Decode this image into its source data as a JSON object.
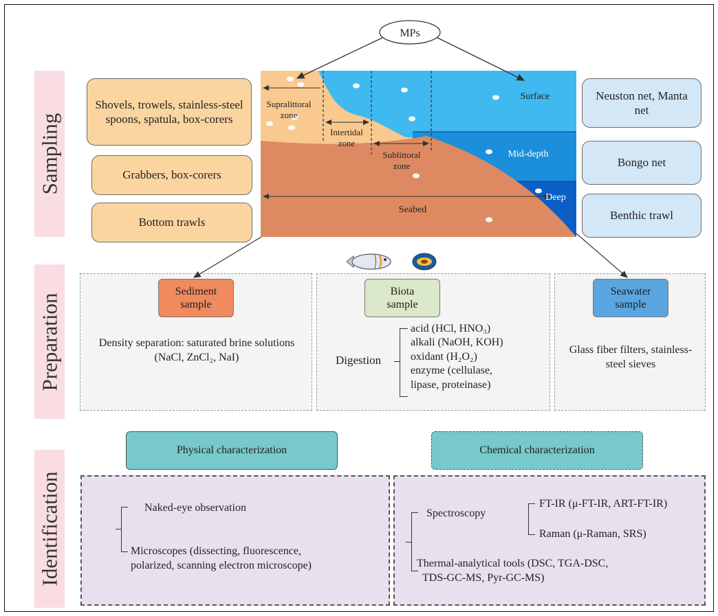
{
  "mps_label": "MPs",
  "sections": {
    "sampling": "Sampling",
    "preparation": "Preparation",
    "identification": "Identification"
  },
  "sampling": {
    "left_tools": [
      "Shovels, trowels, stainless-steel spoons, spatula, box-corers",
      "Grabbers, box-corers",
      "Bottom trawls"
    ],
    "right_tools": [
      "Neuston net, Manta net",
      "Bongo net",
      "Benthic trawl"
    ],
    "zones": {
      "supralittoral_line1": "Supralittoral",
      "supralittoral_line2": "zone",
      "intertidal_line1": "Intertidal",
      "intertidal_line2": "zone",
      "sublittoral_line1": "Sublittoral",
      "sublittoral_line2": "zone",
      "surface": "Surface",
      "middepth": "Mid-depth",
      "deep": "Deep",
      "seabed": "Seabed"
    },
    "colors": {
      "sand": "#f9c98f",
      "seabed": "#dd8a62",
      "surface_water": "#40b8f0",
      "middepth_water": "#1b8fdc",
      "deep_water": "#0b5fc4"
    }
  },
  "preparation": {
    "sediment_title": "Sediment sample",
    "sediment_text": "Density separation: saturated brine solutions (NaCl, ZnCl₂, NaI)",
    "biota_title": "Biota sample",
    "digestion_label": "Digestion",
    "digestion_items": [
      "acid (HCl, HNO₃)",
      "alkali (NaOH, KOH)",
      "oxidant (H₂O₂)",
      "enzyme (cellulase,",
      "lipase, proteinase)"
    ],
    "seawater_title": "Seawater sample",
    "seawater_text": "Glass fiber filters, stainless-steel sieves",
    "colors": {
      "sediment": "#f08a5f",
      "biota": "#dbe8c9",
      "seawater": "#5aa6e0"
    }
  },
  "identification": {
    "physical_title": "Physical characterization",
    "chemical_title": "Chemical characterization",
    "physical_items": [
      "Naked-eye observation",
      "Microscopes (dissecting, fluorescence,",
      "polarized, scanning electron microscope)"
    ],
    "spectroscopy_label": "Spectroscopy",
    "spectroscopy_items": [
      "FT-IR (μ-FT-IR, ART-FT-IR)",
      "Raman (μ-Raman, SRS)"
    ],
    "thermal_lines": [
      "Thermal-analytical tools (DSC, TGA-DSC,",
      "TDS-GC-MS, Pyr-GC-MS)"
    ]
  },
  "icons": [
    "fish-icon",
    "mussel-icon"
  ]
}
